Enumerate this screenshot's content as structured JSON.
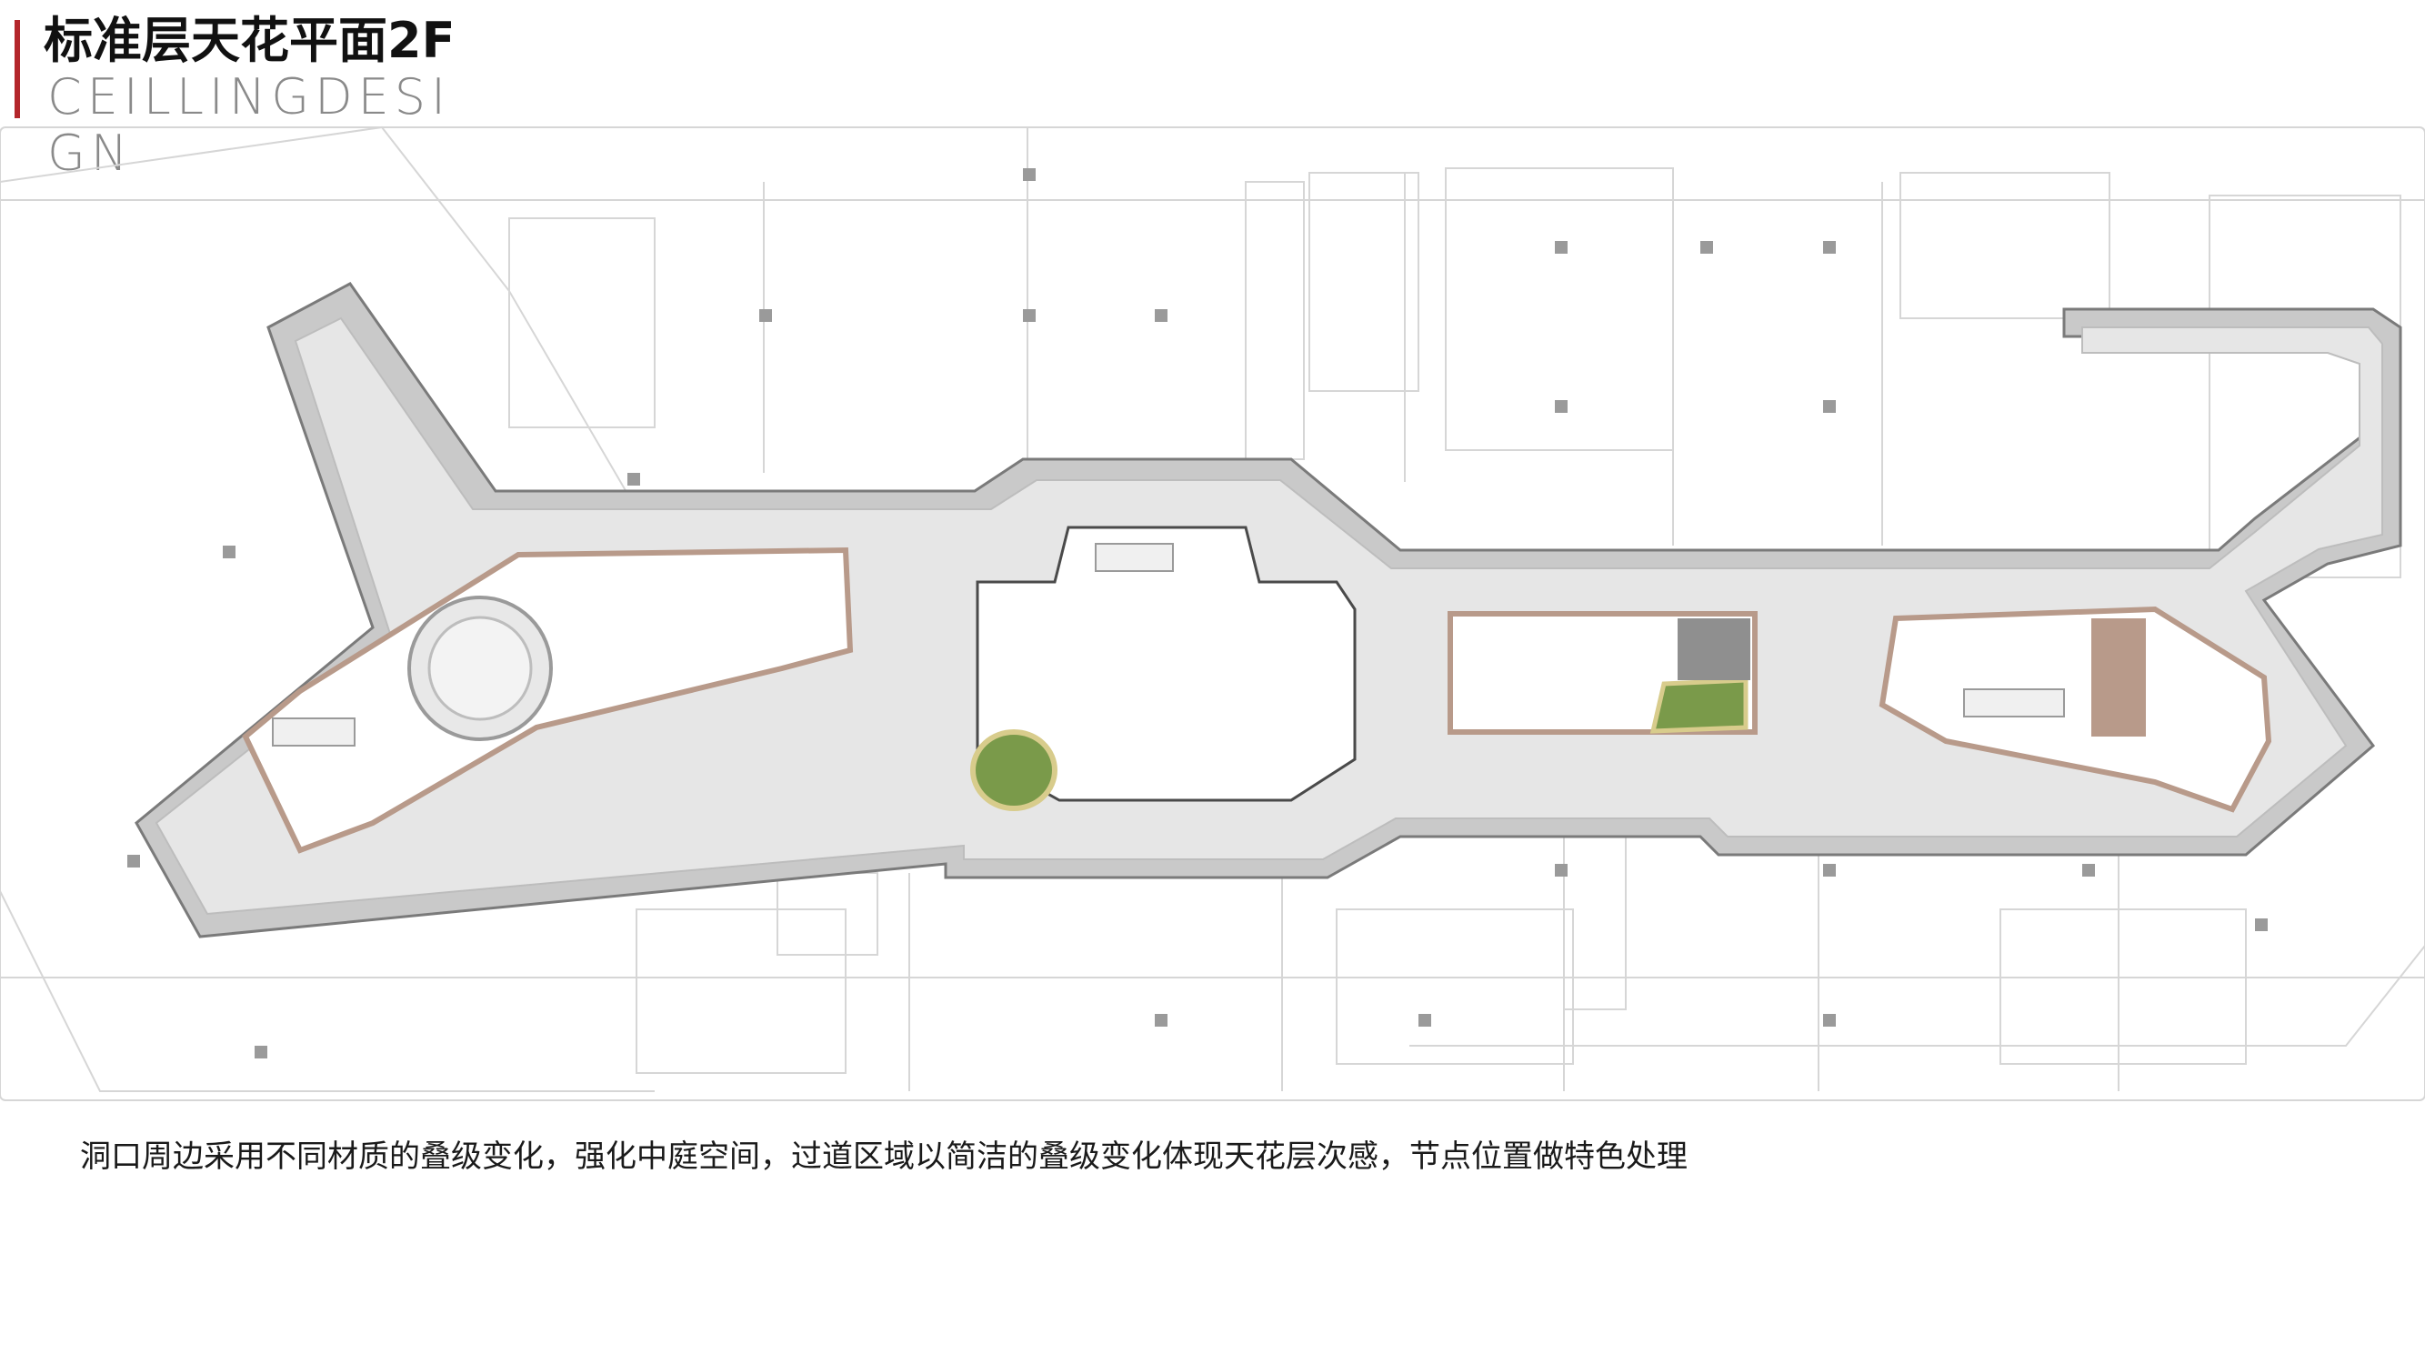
{
  "header": {
    "title": "标准层天花平面2F",
    "subtitle": "CEILLINGDESIGN"
  },
  "description": "洞口周边采用不同材质的叠级变化，强化中庭空间，过道区域以简洁的叠级变化体现天花层次感，节点位置做特色处理",
  "colors": {
    "accent": "#b3262b",
    "corridor": "#c9c9c9",
    "corridor_inner": "#e6e6e6",
    "wood_trim": "#b89a8a",
    "green_feature": "#7a9a4a",
    "column": "#9a9a9a",
    "background_lines": "#d6d6d6"
  }
}
